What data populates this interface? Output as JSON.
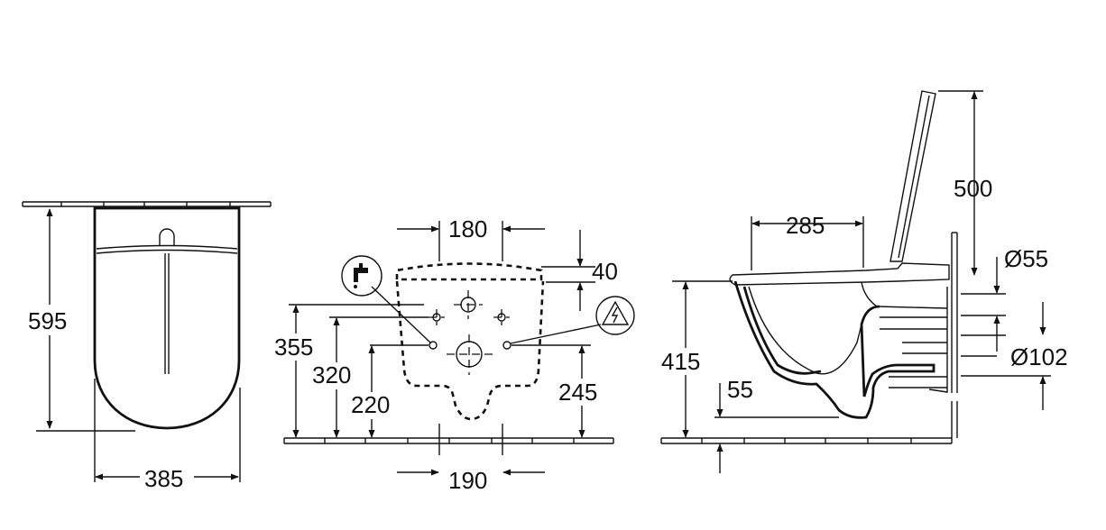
{
  "front_view": {
    "height": "595",
    "width": "385"
  },
  "rear_view": {
    "top_width": "180",
    "lid_offset": "40",
    "dim_355": "355",
    "dim_320": "320",
    "dim_220": "220",
    "dim_245": "245",
    "bottom_width": "190",
    "water_icon": "water-tap-icon",
    "electric_icon": "high-voltage-warning-icon"
  },
  "side_view": {
    "seat_depth": "285",
    "lid_height": "500",
    "seat_height": "415",
    "inner_offset": "55",
    "inlet_diameter": "Ø55",
    "outlet_diameter": "Ø102"
  }
}
